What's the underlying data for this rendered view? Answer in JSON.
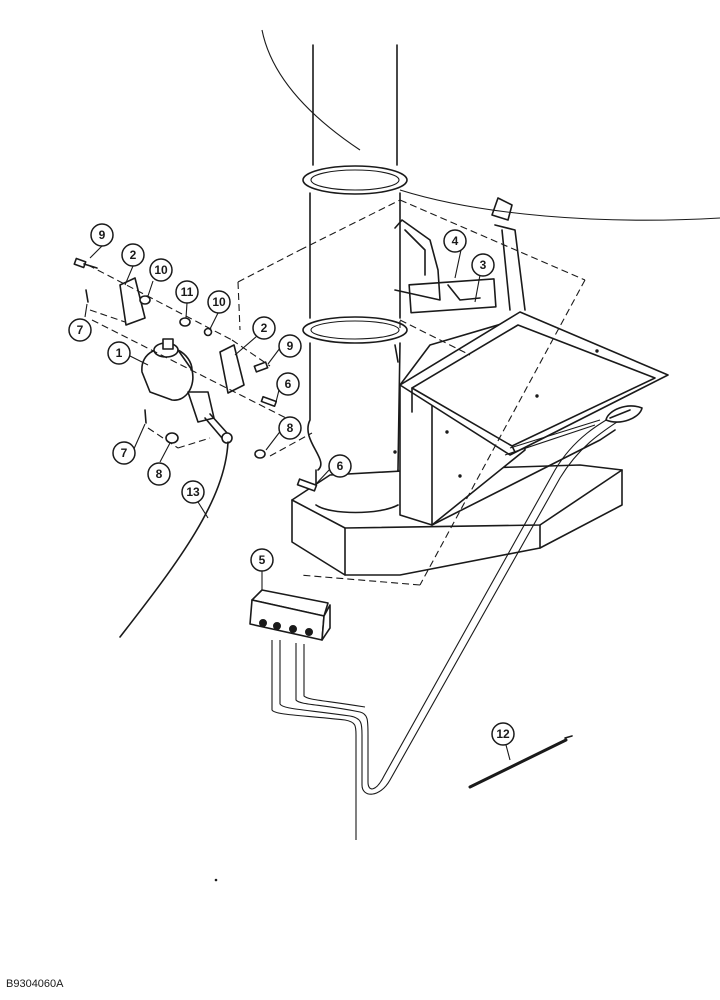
{
  "figure_code": "B9304060A",
  "callouts": [
    {
      "label": "9"
    },
    {
      "label": "2"
    },
    {
      "label": "10"
    },
    {
      "label": "11"
    },
    {
      "label": "10"
    },
    {
      "label": "7"
    },
    {
      "label": "2"
    },
    {
      "label": "9"
    },
    {
      "label": "1"
    },
    {
      "label": "6"
    },
    {
      "label": "8"
    },
    {
      "label": "7"
    },
    {
      "label": "8"
    },
    {
      "label": "6"
    },
    {
      "label": "13"
    },
    {
      "label": "4"
    },
    {
      "label": "3"
    },
    {
      "label": "5"
    },
    {
      "label": "12"
    }
  ]
}
